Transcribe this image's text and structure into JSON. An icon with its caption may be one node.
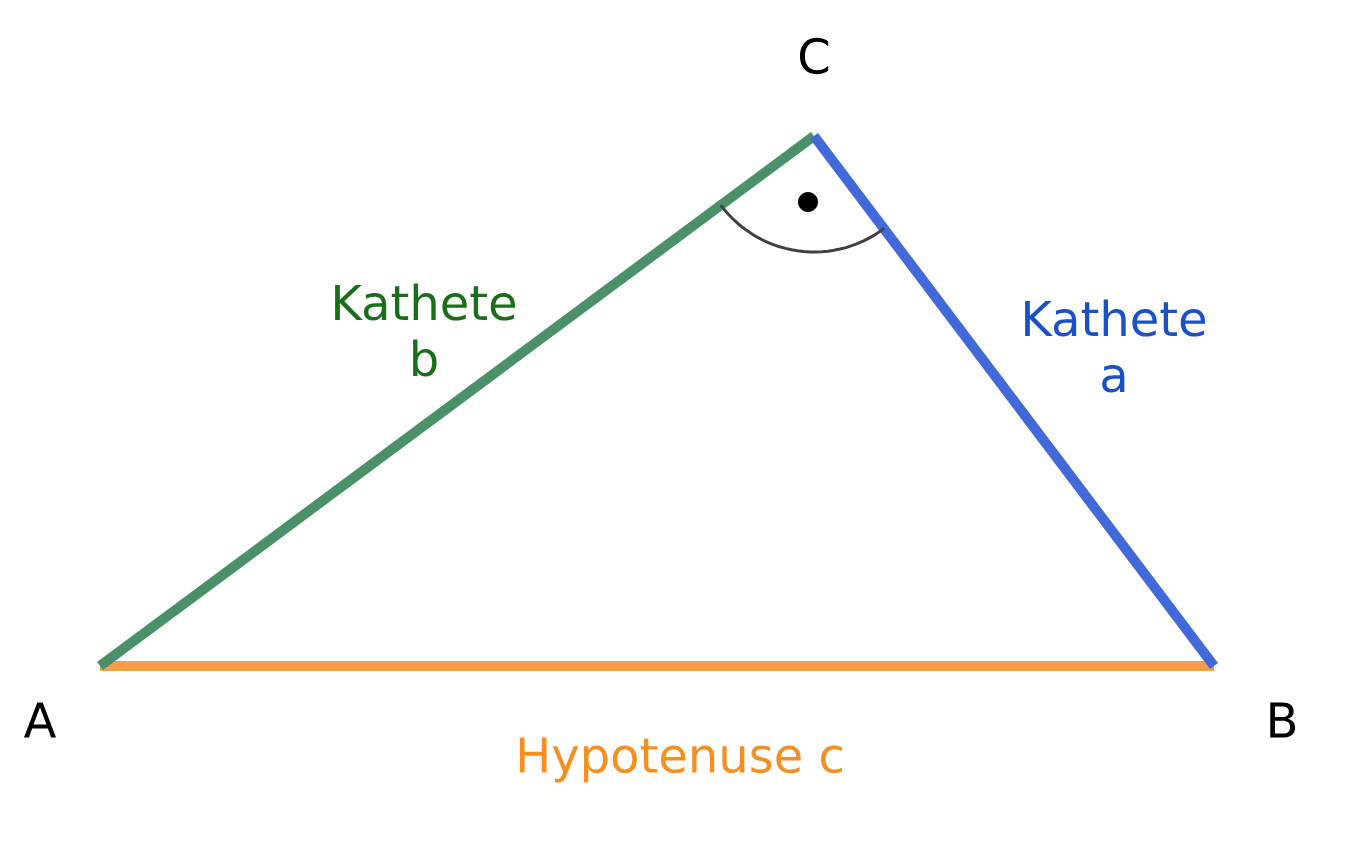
{
  "diagram": {
    "labels": [
      "C",
      "Kathete b",
      "Kathete a",
      "A",
      "B",
      "Hypotenuse c"
    ]
  }
}
